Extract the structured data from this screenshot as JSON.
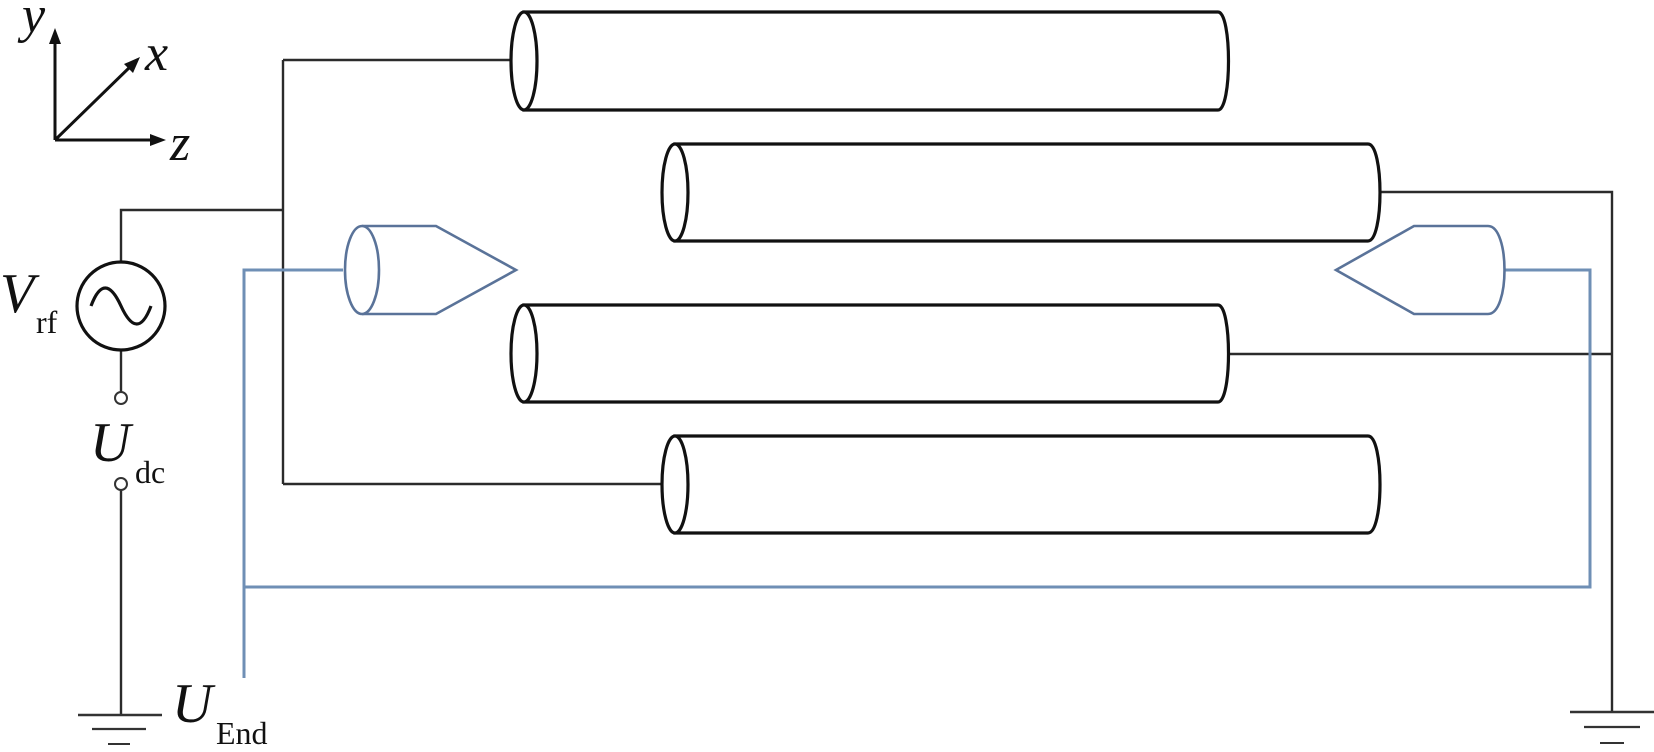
{
  "axes": {
    "y_label": "y",
    "x_label": "x",
    "z_label": "z"
  },
  "rf_source": {
    "symbol": "V",
    "subscript": "rf"
  },
  "dc_source": {
    "symbol": "U",
    "subscript": "dc"
  },
  "end_electrode": {
    "symbol": "U",
    "subscript": "End"
  },
  "colors": {
    "rod_stroke": "#111111",
    "wire_black": "#2b2b2b",
    "wire_blue": "#6f8fb5",
    "lens_stroke": "#5a7399"
  },
  "icons": [
    "ac-source-icon",
    "ground-symbol-icon",
    "terminal-node-icon"
  ]
}
